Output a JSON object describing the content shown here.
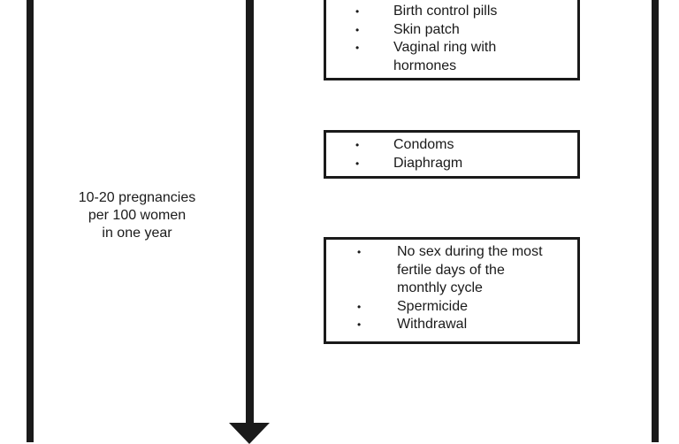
{
  "side_label": {
    "line1": "10-20 pregnancies",
    "line2": "per 100 women",
    "line3": "in one year"
  },
  "boxes": [
    {
      "items": [
        {
          "bullet": "•",
          "lines": [
            "Birth control pills"
          ]
        },
        {
          "bullet": "•",
          "lines": [
            "Skin patch"
          ]
        },
        {
          "bullet": "•",
          "lines": [
            "Vaginal ring with",
            "hormones"
          ]
        }
      ]
    },
    {
      "items": [
        {
          "bullet": "•",
          "lines": [
            "Condoms"
          ]
        },
        {
          "bullet": "•",
          "lines": [
            "Diaphragm"
          ]
        }
      ]
    },
    {
      "items": [
        {
          "bullet": "•",
          "lines": [
            "No sex during the most",
            "fertile days of the",
            "monthly cycle"
          ]
        },
        {
          "bullet": "•",
          "lines": [
            "Spermicide"
          ]
        },
        {
          "bullet": "•",
          "lines": [
            "Withdrawal"
          ]
        }
      ]
    }
  ]
}
